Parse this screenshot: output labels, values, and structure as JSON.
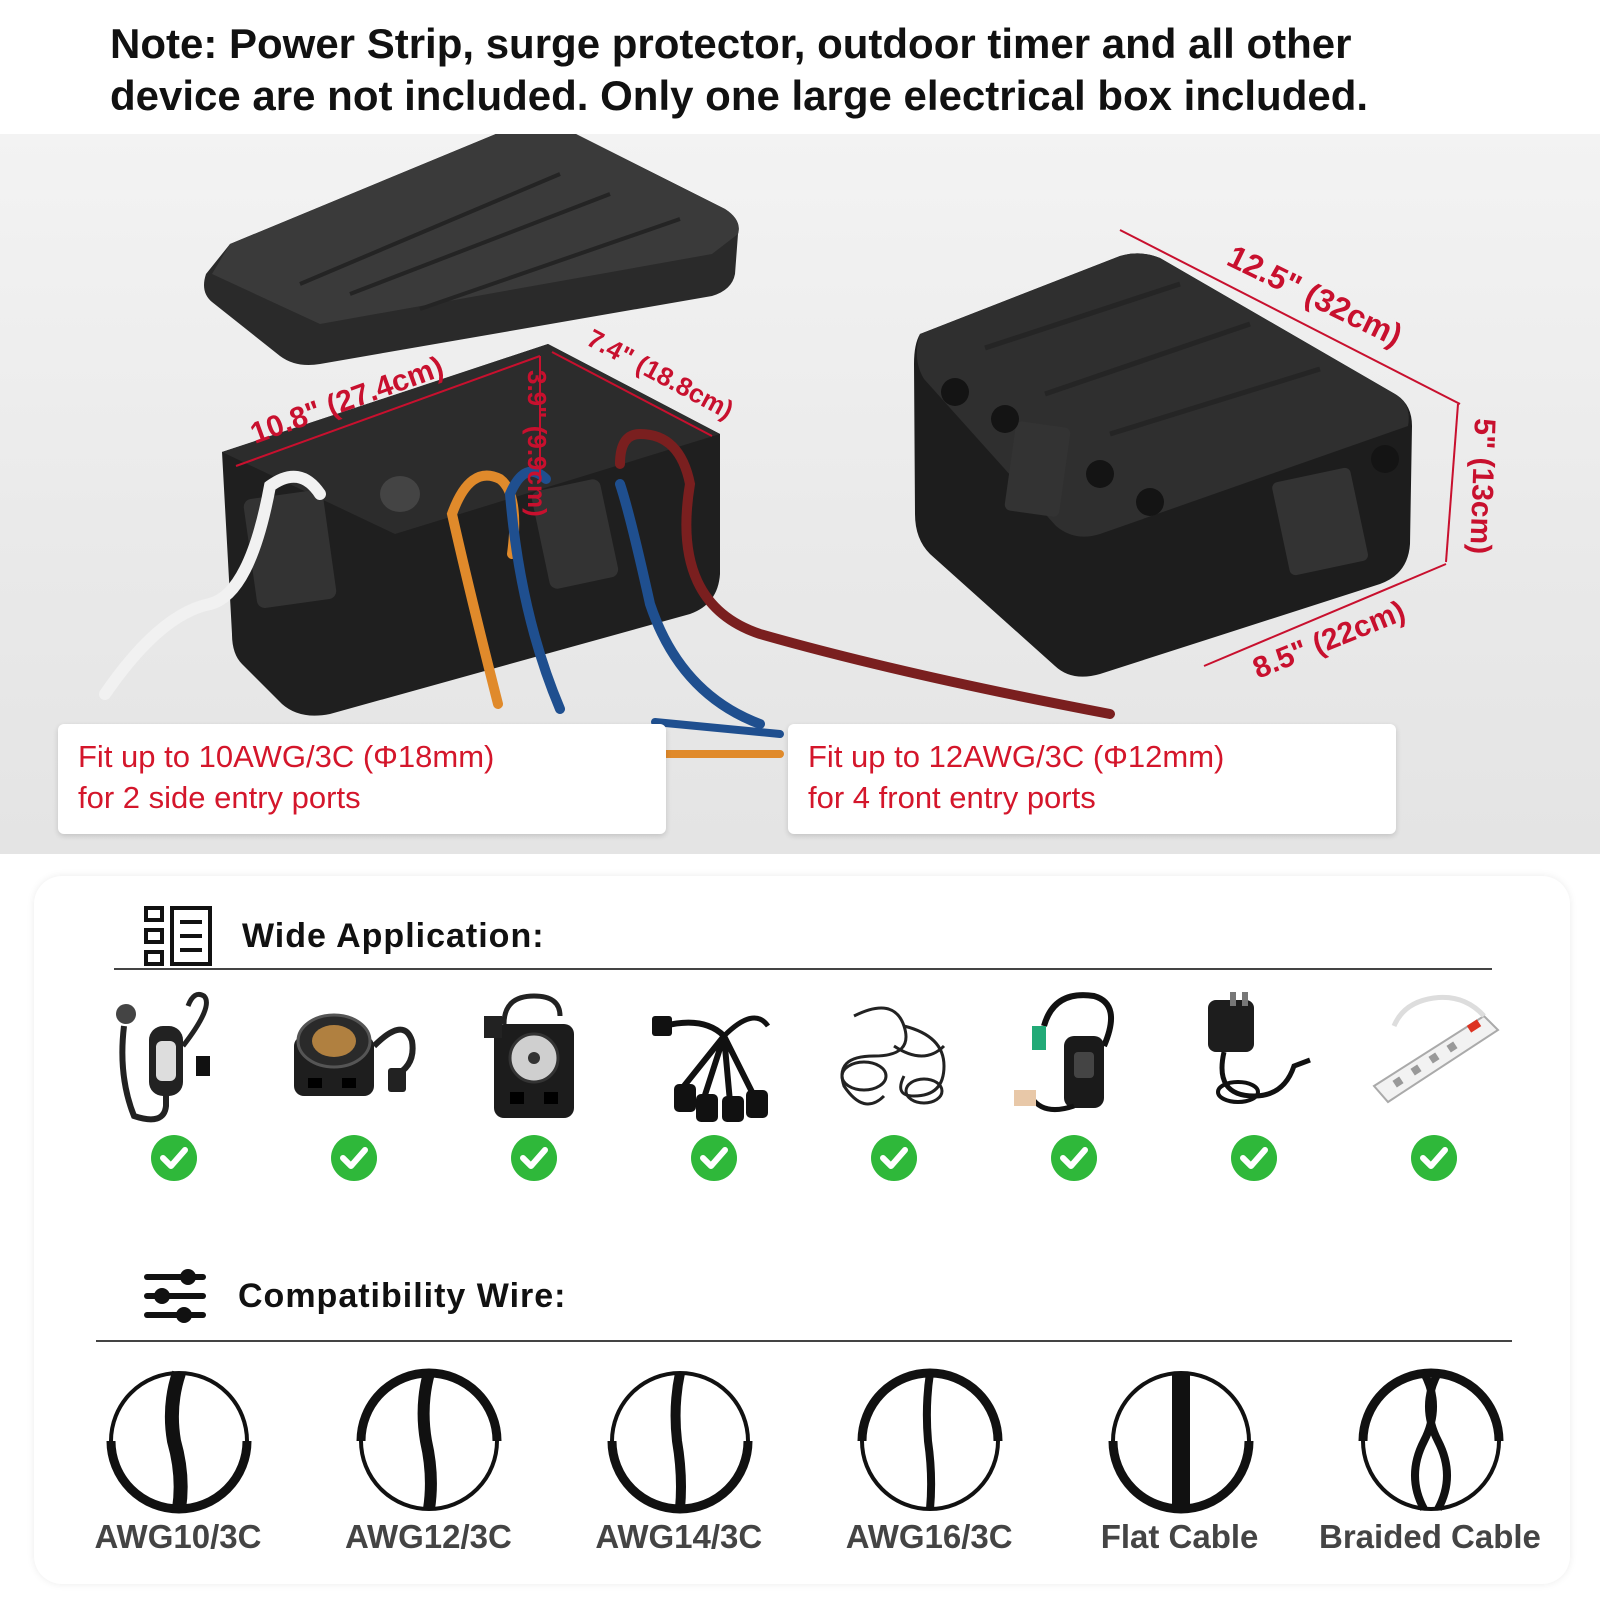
{
  "note": {
    "line1": "Note: Power Strip, surge protector, outdoor timer and all other",
    "line2": "device are not included. Only one large electrical box included."
  },
  "dimensions": {
    "open_length": "10.8\" (27.4cm)",
    "open_width": "7.4\" (18.8cm)",
    "open_depth": "3.9\" (9.9cm)",
    "closed_length": "12.5\" (32cm)",
    "closed_height": "5\" (13cm)",
    "closed_width": "8.5\" (22cm)"
  },
  "callouts": [
    {
      "line1": "Fit up to 10AWG/3C (Φ18mm)",
      "line2": "for 2 side entry ports"
    },
    {
      "line1": "Fit up to 12AWG/3C (Φ12mm)",
      "line2": "for 4 front entry ports"
    }
  ],
  "wide_application": {
    "title": "Wide  Application:",
    "devices": [
      {
        "icon": "ev-charger-icon"
      },
      {
        "icon": "outdoor-timer-icon"
      },
      {
        "icon": "mechanical-timer-icon"
      },
      {
        "icon": "splitter-cord-icon"
      },
      {
        "icon": "christmas-light-cord-icon"
      },
      {
        "icon": "gfci-cord-icon"
      },
      {
        "icon": "power-adapter-icon"
      },
      {
        "icon": "power-strip-icon"
      }
    ]
  },
  "compatibility_wire": {
    "title": "Compatibility  Wire:",
    "wires": [
      {
        "label": "AWG10/3C"
      },
      {
        "label": "AWG12/3C"
      },
      {
        "label": "AWG14/3C"
      },
      {
        "label": "AWG16/3C"
      },
      {
        "label": "Flat Cable"
      },
      {
        "label": "Braided Cable"
      }
    ]
  },
  "colors": {
    "accent_red": "#d4162b",
    "check_green": "#2fb83a",
    "box_black": "#1b1b1b"
  }
}
